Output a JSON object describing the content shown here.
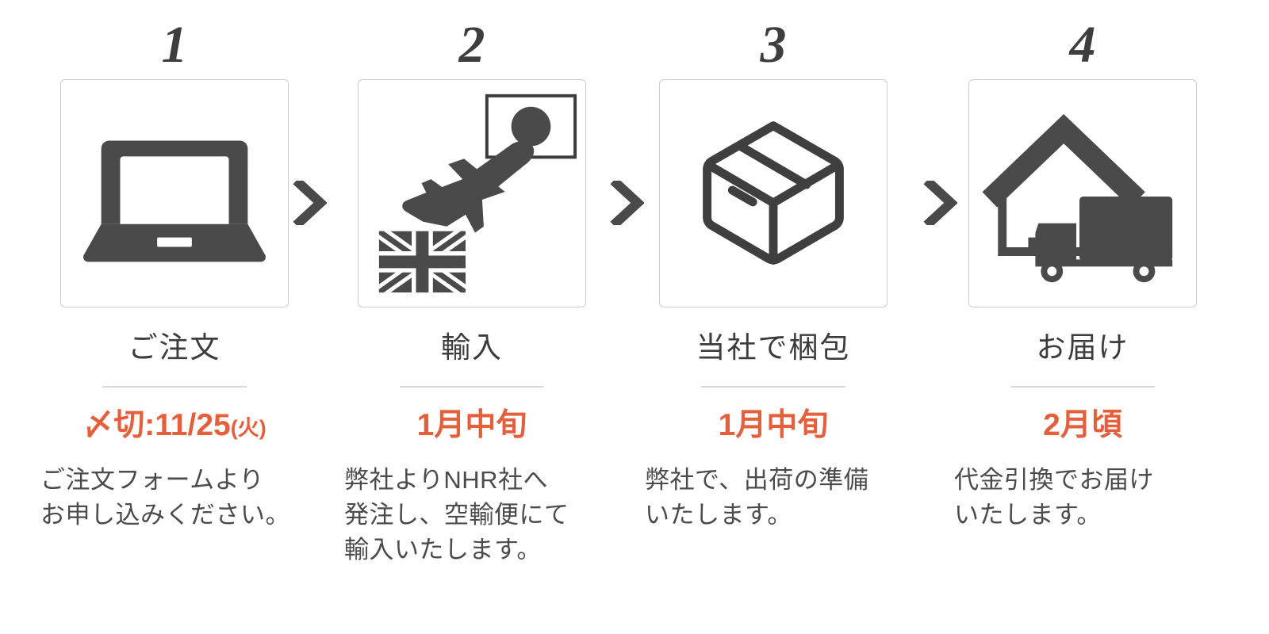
{
  "colors": {
    "accent_orange": "#E4603C",
    "icon_dark": "#4a4a4a",
    "text_dark": "#3c3c3c",
    "body_text": "#4b4b4b",
    "box_border": "#cccccc",
    "divider": "#d8d8d8",
    "background": "#ffffff"
  },
  "steps": [
    {
      "numeral": "1",
      "icon": "laptop-icon",
      "title": "ご注文",
      "date": "〆切:11/25",
      "date_suffix": "(火)",
      "body_lines": [
        "ご注文フォームより",
        "お申し込みください。"
      ]
    },
    {
      "numeral": "2",
      "icon": "airplane-import-icon",
      "title": "輸入",
      "date": "1月中旬",
      "date_suffix": "",
      "body_lines": [
        "弊社よりNHR社へ",
        "発注し、空輸便にて",
        "輸入いたします。"
      ]
    },
    {
      "numeral": "3",
      "icon": "package-box-icon",
      "title": "当社で梱包",
      "date": "1月中旬",
      "date_suffix": "",
      "body_lines": [
        "弊社で、出荷の準備",
        "いたします。"
      ]
    },
    {
      "numeral": "4",
      "icon": "house-delivery-truck-icon",
      "title": "お届け",
      "date": "2月頃",
      "date_suffix": "",
      "body_lines": [
        "代金引換でお届け",
        "いたします。"
      ]
    }
  ],
  "separators": [
    {
      "icon": "chevron-right-icon"
    },
    {
      "icon": "chevron-right-icon"
    },
    {
      "icon": "chevron-right-icon"
    }
  ]
}
